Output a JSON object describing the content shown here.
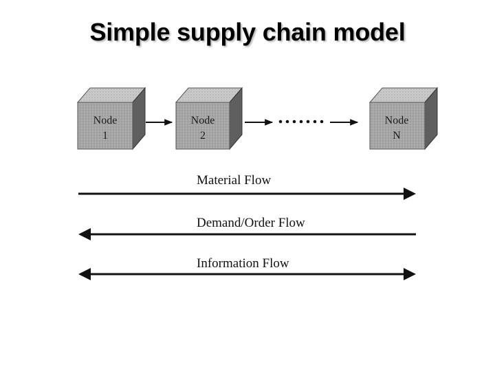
{
  "slide": {
    "title": "Simple supply chain model"
  },
  "nodes": [
    {
      "id": "node-1",
      "line1": "Node",
      "line2": "1"
    },
    {
      "id": "node-2",
      "line1": "Node",
      "line2": "2"
    },
    {
      "id": "node-n",
      "line1": "Node",
      "line2": "N"
    }
  ],
  "flows": {
    "material": "Material Flow",
    "demand": "Demand/Order Flow",
    "information": "Information Flow"
  },
  "colors": {
    "cube_front": "#a8a8a8",
    "cube_top": "#c9c9c9",
    "cube_side": "#5f5f5f",
    "line": "#111111"
  }
}
